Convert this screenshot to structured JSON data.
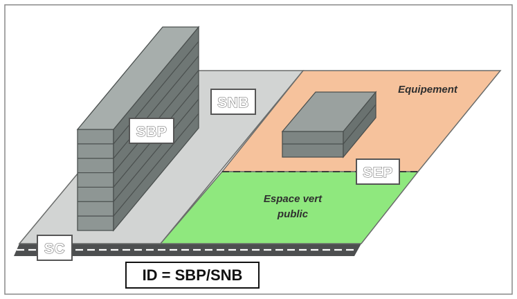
{
  "labels": {
    "sbp": "SBP",
    "snb": "SNB",
    "sep": "SEP",
    "sc": "SC"
  },
  "zones": {
    "equipement": "Equipement",
    "espace_vert_line1": "Espace vert",
    "espace_vert_line2": "public"
  },
  "formula": "ID = SBP/SNB",
  "colors": {
    "lot_grey": "#d2d4d3",
    "equipment_orange": "#f6c29c",
    "green_space": "#8fe87e",
    "road": "#4d4f50",
    "building_front": "#8e9694",
    "building_side": "#6f7775",
    "building_top": "#a7aeac"
  }
}
